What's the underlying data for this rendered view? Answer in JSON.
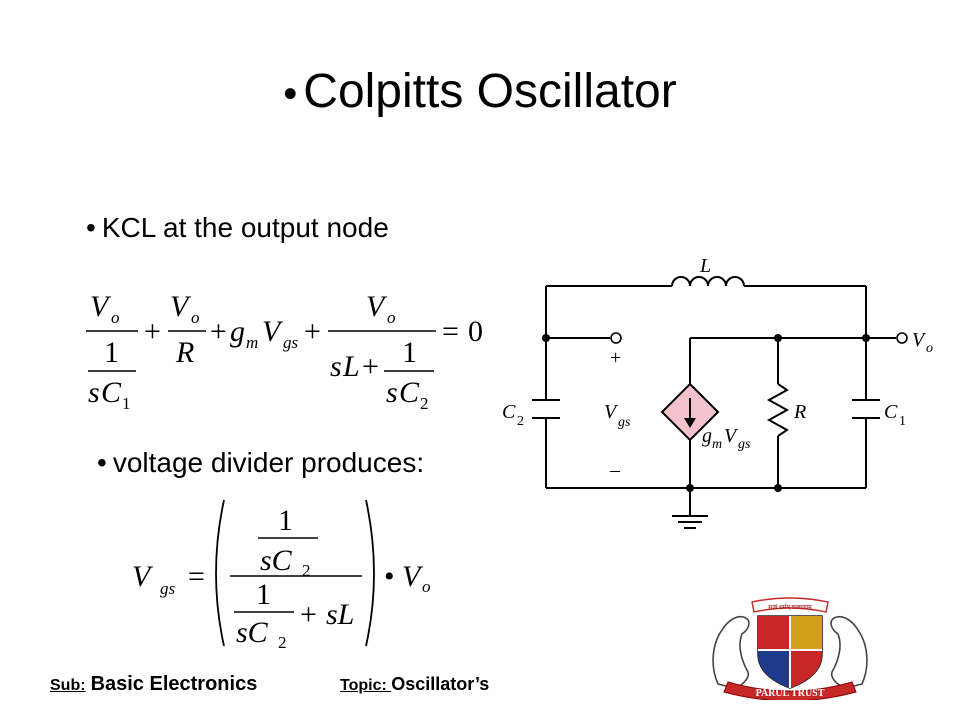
{
  "slide": {
    "title": "Colpitts Oscillator",
    "bullets": [
      "KCL at the output node",
      "voltage divider produces:"
    ]
  },
  "equations": {
    "kcl": {
      "vo": "V",
      "o": "o",
      "one": "1",
      "s": "s",
      "c": "C",
      "sub1": "1",
      "sub2": "2",
      "plus": "+",
      "r": "R",
      "g": "g",
      "m": "m",
      "gs": "gs",
      "l": "L",
      "eq": "=",
      "zero": "0"
    },
    "divider": {
      "vgs_v": "V",
      "vgs_sub": "gs",
      "eq": "=",
      "one": "1",
      "sc": "sC",
      "sub2": "2",
      "plus": "+",
      "sl": "sL",
      "dot": "•",
      "vo_v": "V",
      "vo_sub": "o"
    }
  },
  "circuit": {
    "inductor": "L",
    "output": "V",
    "output_sub": "o",
    "c2": "C",
    "c2_sub": "2",
    "c1": "C",
    "c1_sub": "1",
    "vgs": "V",
    "vgs_sub": "gs",
    "gm": "g",
    "gm_sub": "m",
    "gm_v": "V",
    "gm_vsub": "gs",
    "r": "R",
    "plus": "+",
    "minus": "–"
  },
  "logo": {
    "banner_top": "सत्यं धर्मम् कल्याणम्",
    "banner_bottom": "PARUL TRUST"
  },
  "footer": {
    "sub_label": "Sub:",
    "sub_value": "Basic Electronics",
    "topic_label": "Topic: ",
    "topic_value": "Oscillator’s"
  },
  "colors": {
    "source_fill": "#f4c2cc",
    "logo_red": "#c62828",
    "logo_blue": "#1e3a8a",
    "logo_gold": "#d4a017"
  }
}
